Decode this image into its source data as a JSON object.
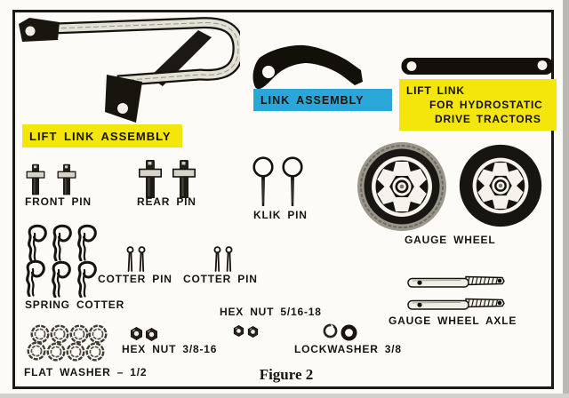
{
  "figure": {
    "caption": "Figure 2",
    "highlight_colors": {
      "yellow": "#f4e60b",
      "cyan": "#2aa7d9"
    },
    "callouts": {
      "lift_link_assembly": "LIFT LINK ASSEMBLY",
      "link_assembly": "LINK ASSEMBLY",
      "lift_link_title": "LIFT LINK",
      "lift_link_line2": "FOR HYDROSTATIC",
      "lift_link_line3": "DRIVE TRACTORS"
    },
    "part_labels": {
      "front_pin": "FRONT PIN",
      "rear_pin": "REAR PIN",
      "klik_pin": "KLIK PIN",
      "gauge_wheel": "GAUGE WHEEL",
      "spring_cotter": "SPRING COTTER",
      "cotter_pin_a": "COTTER PIN",
      "cotter_pin_b": "COTTER PIN",
      "hex_nut_small": "HEX NUT 5/16-18",
      "hex_nut_large": "HEX NUT 3/8-16",
      "lockwasher": "LOCKWASHER 3/8",
      "flat_washer": "FLAT WASHER – 1/2",
      "gauge_wheel_axle": "GAUGE WHEEL AXLE"
    }
  }
}
